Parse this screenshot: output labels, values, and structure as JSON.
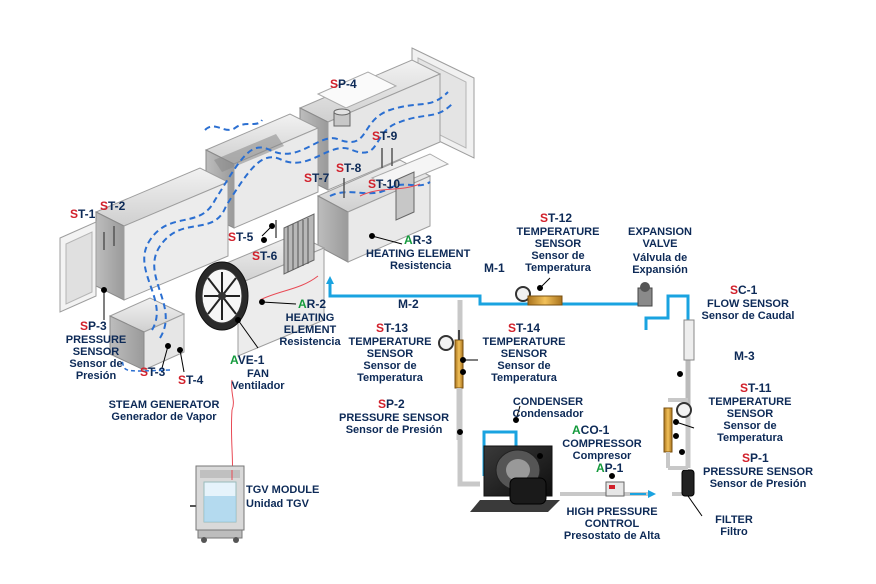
{
  "colors": {
    "label_blue": "#0d2a57",
    "sensor_red": "#d11f2a",
    "actuator_green": "#149a3c",
    "pipe_cyan": "#1aa3e0",
    "duct_gray": "#d9d9d9",
    "air_dash": "#2b6fd1"
  },
  "icons": [
    "fan-icon",
    "thermometer-icon",
    "manometer-icon",
    "valve-icon",
    "compressor-icon",
    "condenser-icon",
    "filter-icon",
    "flowmeter-icon",
    "steam-generator-icon",
    "heater-icon"
  ],
  "tags": {
    "st1": {
      "pre": "S",
      "rest": "T-1"
    },
    "st2": {
      "pre": "S",
      "rest": "T-2"
    },
    "sp4": {
      "pre": "S",
      "rest": "P-4"
    },
    "st9": {
      "pre": "S",
      "rest": "T-9"
    },
    "st8": {
      "pre": "S",
      "rest": "T-8"
    },
    "st7": {
      "pre": "S",
      "rest": "T-7"
    },
    "st10": {
      "pre": "S",
      "rest": "T-10"
    },
    "st5": {
      "pre": "S",
      "rest": "T-5"
    },
    "st6": {
      "pre": "S",
      "rest": "T-6"
    },
    "ar3": {
      "pre": "A",
      "rest": "R-3"
    },
    "ar2": {
      "pre": "A",
      "rest": "R-2"
    },
    "sp3": {
      "pre": "S",
      "rest": "P-3"
    },
    "st3": {
      "pre": "S",
      "rest": "T-3"
    },
    "st4": {
      "pre": "S",
      "rest": "T-4"
    },
    "ave1": {
      "pre": "A",
      "rest": "VE-1"
    },
    "st12": {
      "pre": "S",
      "rest": "T-12"
    },
    "m1": {
      "pre": "",
      "rest": "M-1"
    },
    "m2": {
      "pre": "",
      "rest": "M-2"
    },
    "st13": {
      "pre": "S",
      "rest": "T-13"
    },
    "st14": {
      "pre": "S",
      "rest": "T-14"
    },
    "sp2": {
      "pre": "S",
      "rest": "P-2"
    },
    "sc1": {
      "pre": "S",
      "rest": "C-1"
    },
    "m3": {
      "pre": "",
      "rest": "M-3"
    },
    "st11": {
      "pre": "S",
      "rest": "T-11"
    },
    "sp1": {
      "pre": "S",
      "rest": "P-1"
    },
    "aco1": {
      "pre": "A",
      "rest": "CO-1"
    },
    "ap1": {
      "pre": "A",
      "rest": "P-1"
    }
  },
  "labels": {
    "ar3_en": "HEATING ELEMENT",
    "ar3_es": "Resistencia",
    "ar2_en1": "HEATING",
    "ar2_en2": "ELEMENT",
    "ar2_es": "Resistencia",
    "sp3_en1": "PRESSURE",
    "sp3_en2": "SENSOR",
    "sp3_es1": "Sensor de",
    "sp3_es2": "Presión",
    "ave1_en": "FAN",
    "ave1_es": "Ventilador",
    "steam_en": "STEAM GENERATOR",
    "steam_es": "Generador de Vapor",
    "tgv_en": "TGV MODULE",
    "tgv_es": "Unidad TGV",
    "st12_en1": "TEMPERATURE",
    "st12_en2": "SENSOR",
    "st12_es1": "Sensor de",
    "st12_es2": "Temperatura",
    "exp_en1": "EXPANSION",
    "exp_en2": "VALVE",
    "exp_es1": "Válvula de",
    "exp_es2": "Expansión",
    "sc1_en": "FLOW SENSOR",
    "sc1_es": "Sensor de Caudal",
    "st13_en1": "TEMPERATURE",
    "st13_en2": "SENSOR",
    "st13_es1": "Sensor de",
    "st13_es2": "Temperatura",
    "st14_en1": "TEMPERATURE",
    "st14_en2": "SENSOR",
    "st14_es1": "Sensor de",
    "st14_es2": "Temperatura",
    "sp2_en": "PRESSURE SENSOR",
    "sp2_es": "Sensor de Presión",
    "condenser_en": "CONDENSER",
    "condenser_es": "Condensador",
    "aco1_en": "COMPRESSOR",
    "aco1_es": "Compresor",
    "st11_en1": "TEMPERATURE",
    "st11_en2": "SENSOR",
    "st11_es1": "Sensor de",
    "st11_es2": "Temperatura",
    "sp1_en": "PRESSURE SENSOR",
    "sp1_es": "Sensor de Presión",
    "hpc_en1": "HIGH PRESSURE",
    "hpc_en2": "CONTROL",
    "hpc_es": "Presostato de Alta",
    "filter_en": "FILTER",
    "filter_es": "Filtro"
  }
}
